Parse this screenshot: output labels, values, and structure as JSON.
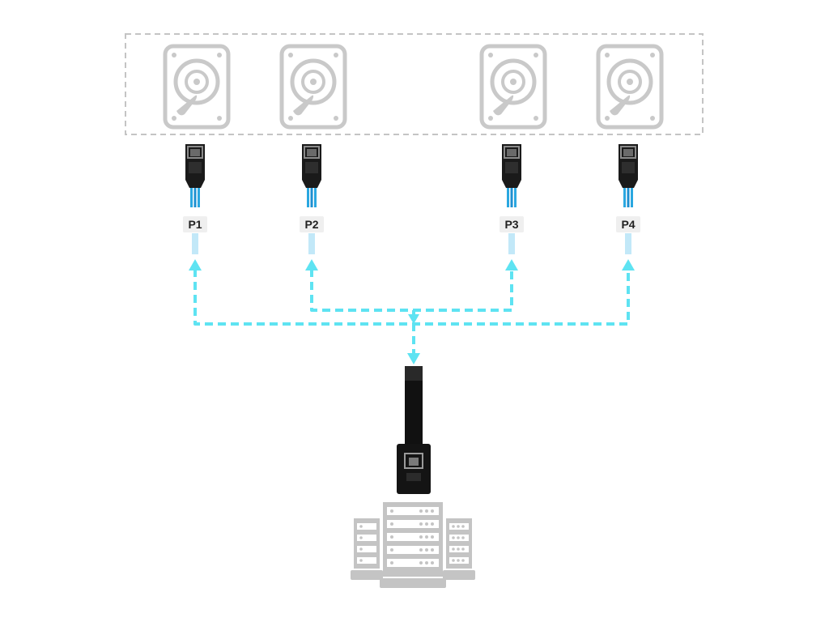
{
  "drive_bay": {
    "drives": [
      {
        "name": "hard-drive-1",
        "icon": "hard-drive-icon"
      },
      {
        "name": "hard-drive-2",
        "icon": "hard-drive-icon"
      },
      {
        "name": "hard-drive-3",
        "icon": "hard-drive-icon"
      },
      {
        "name": "hard-drive-4",
        "icon": "hard-drive-icon"
      }
    ]
  },
  "ports": [
    {
      "label": "P1"
    },
    {
      "label": "P2"
    },
    {
      "label": "P3"
    },
    {
      "label": "P4"
    }
  ],
  "host": {
    "icon": "server-rack-icon",
    "connector_icon": "mini-sas-connector-icon"
  },
  "colors": {
    "drive_icon": "#c9c9c9",
    "bay_border": "#c4c4c4",
    "flow_line": "#5ee3f2",
    "cable_blue": "#2aa7e0",
    "connector": "#1a1a1a",
    "server_icon": "#c4c4c4"
  }
}
